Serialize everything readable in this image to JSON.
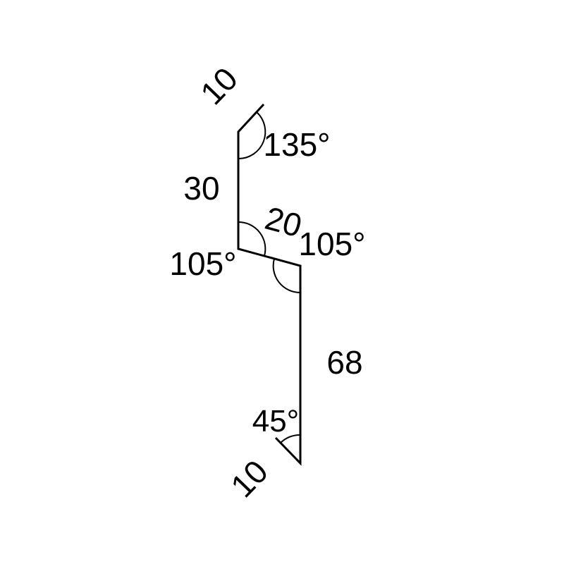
{
  "drawing": {
    "background": "#ffffff",
    "line_color": "#000000",
    "labels": {
      "top_hem_length": "10",
      "top_bend_angle": "135°",
      "upper_face_length": "30",
      "step_length": "20",
      "step_left_angle": "105°",
      "step_right_angle": "105°",
      "lower_face_length": "68",
      "bottom_bend_angle": "45°",
      "bottom_hem_length": "10"
    }
  }
}
